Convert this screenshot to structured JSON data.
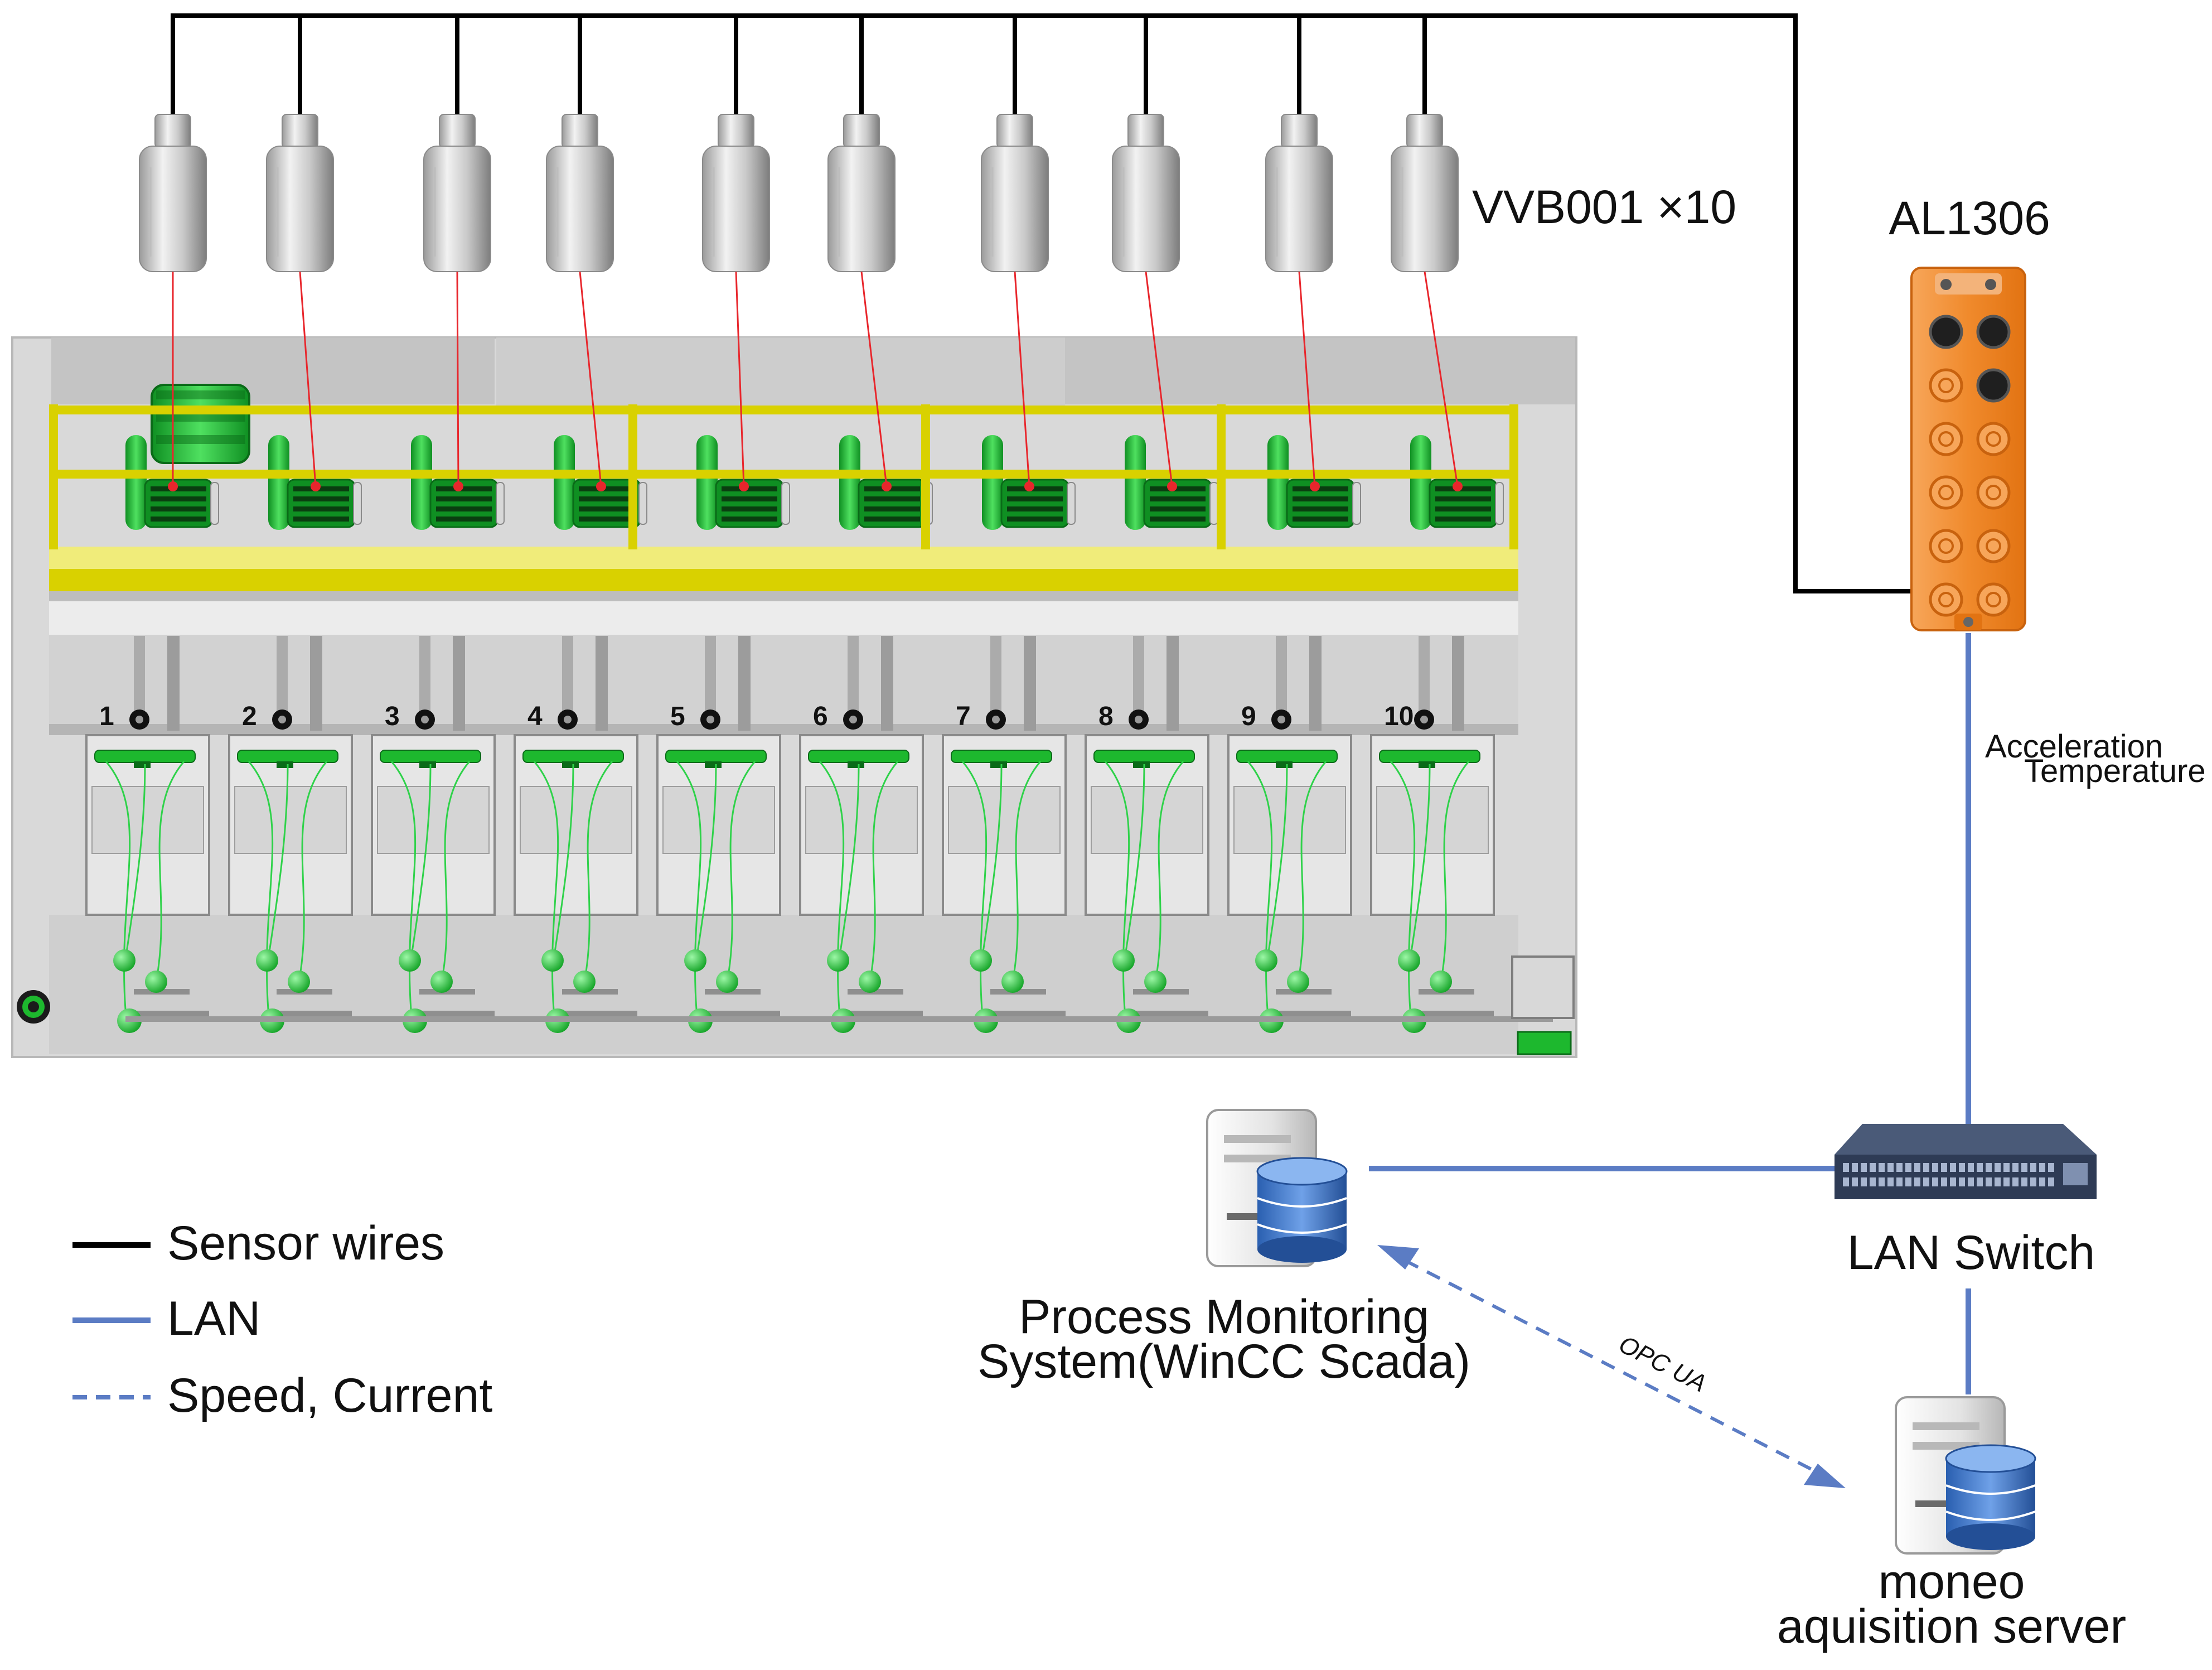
{
  "sensors": {
    "label": "VVB001 ×10",
    "count": 10
  },
  "master": {
    "label": "AL1306"
  },
  "link_label": {
    "line1": "Acceleration",
    "line2": "Temperature"
  },
  "machine": {
    "station_numbers": [
      "1",
      "2",
      "3",
      "4",
      "5",
      "6",
      "7",
      "8",
      "9",
      "10"
    ]
  },
  "switch": {
    "label": "LAN Switch"
  },
  "process_server": {
    "line1": "Process Monitoring",
    "line2": "System(WinCC Scada)"
  },
  "moneo_server": {
    "line1": "moneo",
    "line2": "aquisition server"
  },
  "opc_link": {
    "label": "OPC UA"
  },
  "legend": {
    "items": [
      {
        "label": "Sensor wires",
        "style": "solid",
        "color": "#000000"
      },
      {
        "label": "LAN",
        "style": "solid",
        "color": "#5b7cc4"
      },
      {
        "label": "Speed, Current",
        "style": "dashed",
        "color": "#5b7cc4"
      }
    ]
  },
  "colors": {
    "sensor_wire": "#000000",
    "lan": "#5b7cc4",
    "machine_rail": "#e9e01a",
    "motor_green": "#1db82e",
    "iolink_orange": "#f08a2c",
    "sensor_lead": "#e8262c"
  }
}
